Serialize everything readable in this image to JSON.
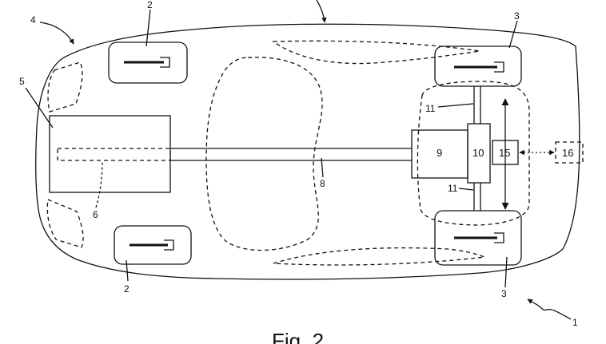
{
  "figure": {
    "caption": "Fig. 2",
    "stroke_color": "#111111",
    "background": "#ffffff"
  },
  "components": {
    "vehicle": "1",
    "front_wheel": "2",
    "rear_wheel": "3",
    "body_outline": "4",
    "front_unit": "5",
    "inner_shaft": "6",
    "drive_shaft": "8",
    "motor": "9",
    "gearbox": "10",
    "axle": "11",
    "controller": "15",
    "external_unit": "16"
  }
}
